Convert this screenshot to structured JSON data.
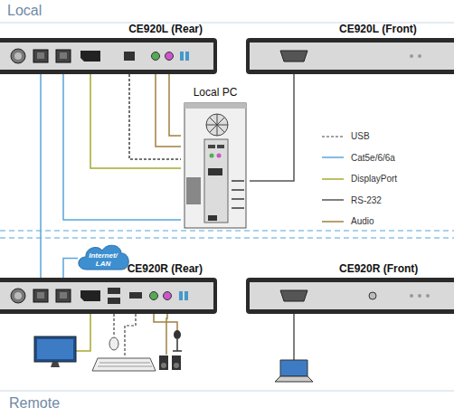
{
  "diagram": {
    "nodes": [
      {
        "text": [
          "CE920L (Rear)"
        ]
      },
      {
        "text": [
          "CE920L (Front)"
        ]
      },
      {
        "text": [
          "Local PC"
        ]
      },
      {
        "text": [
          "Internet/ LAN"
        ]
      },
      {
        "text": [
          "CE920R (Rear)"
        ]
      },
      {
        "text": [
          "CE920R (Front)"
        ]
      }
    ],
    "edges": [
      {
        "from": 0,
        "to": 4,
        "arrow": "none"
      },
      {
        "from": 0,
        "to": 2,
        "arrow": "none"
      },
      {
        "from": 0,
        "to": 2,
        "arrow": "none"
      },
      {
        "from": 0,
        "to": 2,
        "arrow": "none"
      },
      {
        "from": 0,
        "to": 2,
        "arrow": "none"
      },
      {
        "from": 0,
        "to": 2,
        "arrow": "none"
      },
      {
        "from": 1,
        "to": 2,
        "arrow": "none"
      },
      {
        "from": 4,
        "to": 3,
        "arrow": "none"
      }
    ],
    "labels": [
      "Local",
      "Remote"
    ],
    "legend": [
      {
        "text": "USB"
      },
      {
        "text": "Cat5e/6/6a"
      },
      {
        "text": "DisplayPort"
      },
      {
        "text": "RS-232"
      },
      {
        "text": "Audio"
      }
    ]
  }
}
